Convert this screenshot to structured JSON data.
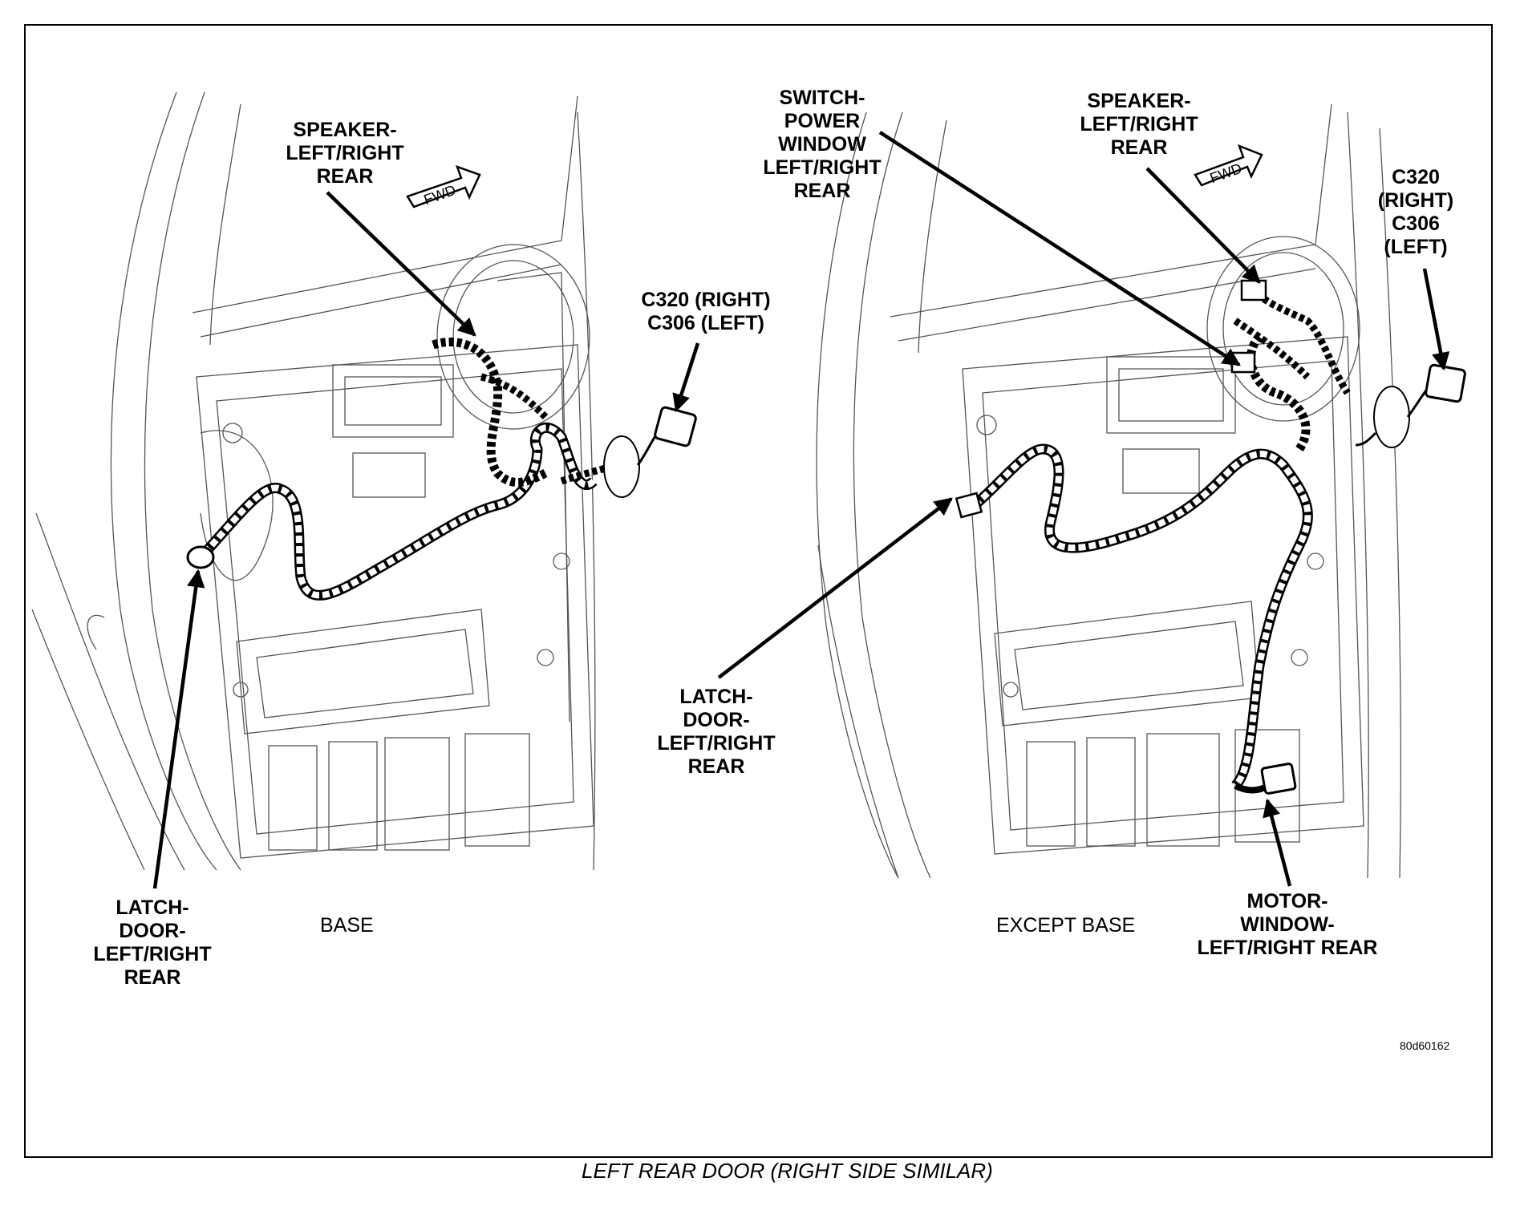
{
  "diagram": {
    "caption": "LEFT REAR DOOR (RIGHT SIDE SIMILAR)",
    "figure_id": "80d60162",
    "fwd_marker": "FWD",
    "views": [
      {
        "label": "BASE",
        "callouts": {
          "speaker": [
            "SPEAKER-",
            "LEFT/RIGHT",
            "REAR"
          ],
          "connector": [
            "C320 (RIGHT)",
            "C306 (LEFT)"
          ],
          "latch": [
            "LATCH-",
            "DOOR-",
            "LEFT/RIGHT",
            "REAR"
          ]
        }
      },
      {
        "label": "EXCEPT BASE",
        "callouts": {
          "switch": [
            "SWITCH-",
            "POWER",
            "WINDOW",
            "LEFT/RIGHT",
            "REAR"
          ],
          "speaker": [
            "SPEAKER-",
            "LEFT/RIGHT",
            "REAR"
          ],
          "connector": [
            "C320",
            "(RIGHT)",
            "C306",
            "(LEFT)"
          ],
          "latch": [
            "LATCH-",
            "DOOR-",
            "LEFT/RIGHT",
            "REAR"
          ],
          "motor": [
            "MOTOR-",
            "WINDOW-",
            "LEFT/RIGHT REAR"
          ]
        }
      }
    ]
  }
}
